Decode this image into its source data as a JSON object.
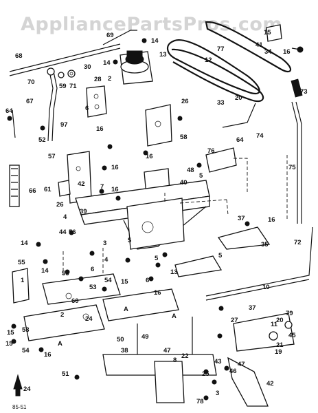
{
  "watermark": "AppliancePartsPros.com",
  "footer": {
    "arrow_label": "24",
    "page_code": "85-51"
  },
  "part_refs": [
    "69",
    "14",
    "68",
    "30",
    "70",
    "59",
    "71",
    "28",
    "2",
    "14",
    "13",
    "12",
    "77",
    "15",
    "41",
    "34",
    "16",
    "73",
    "64",
    "67",
    "6",
    "97",
    "52",
    "26",
    "58",
    "16",
    "16",
    "33",
    "20",
    "64",
    "74",
    "76",
    "5",
    "48",
    "40",
    "57",
    "61",
    "26",
    "7",
    "16",
    "42",
    "16",
    "66",
    "39",
    "75",
    "37",
    "16",
    "72",
    "4",
    "44",
    "14",
    "56",
    "3",
    "5",
    "5",
    "35",
    "14",
    "56",
    "6",
    "4",
    "54",
    "53",
    "15",
    "5",
    "13",
    "10",
    "37",
    "55",
    "1",
    "6",
    "A",
    "A",
    "16",
    "27",
    "20",
    "79",
    "15",
    "53",
    "2",
    "24",
    "60",
    "49",
    "45",
    "11",
    "21",
    "15",
    "54",
    "16",
    "A",
    "50",
    "38",
    "47",
    "8",
    "22",
    "19",
    "43",
    "46",
    "47",
    "25",
    "51",
    "3",
    "42",
    "78"
  ]
}
